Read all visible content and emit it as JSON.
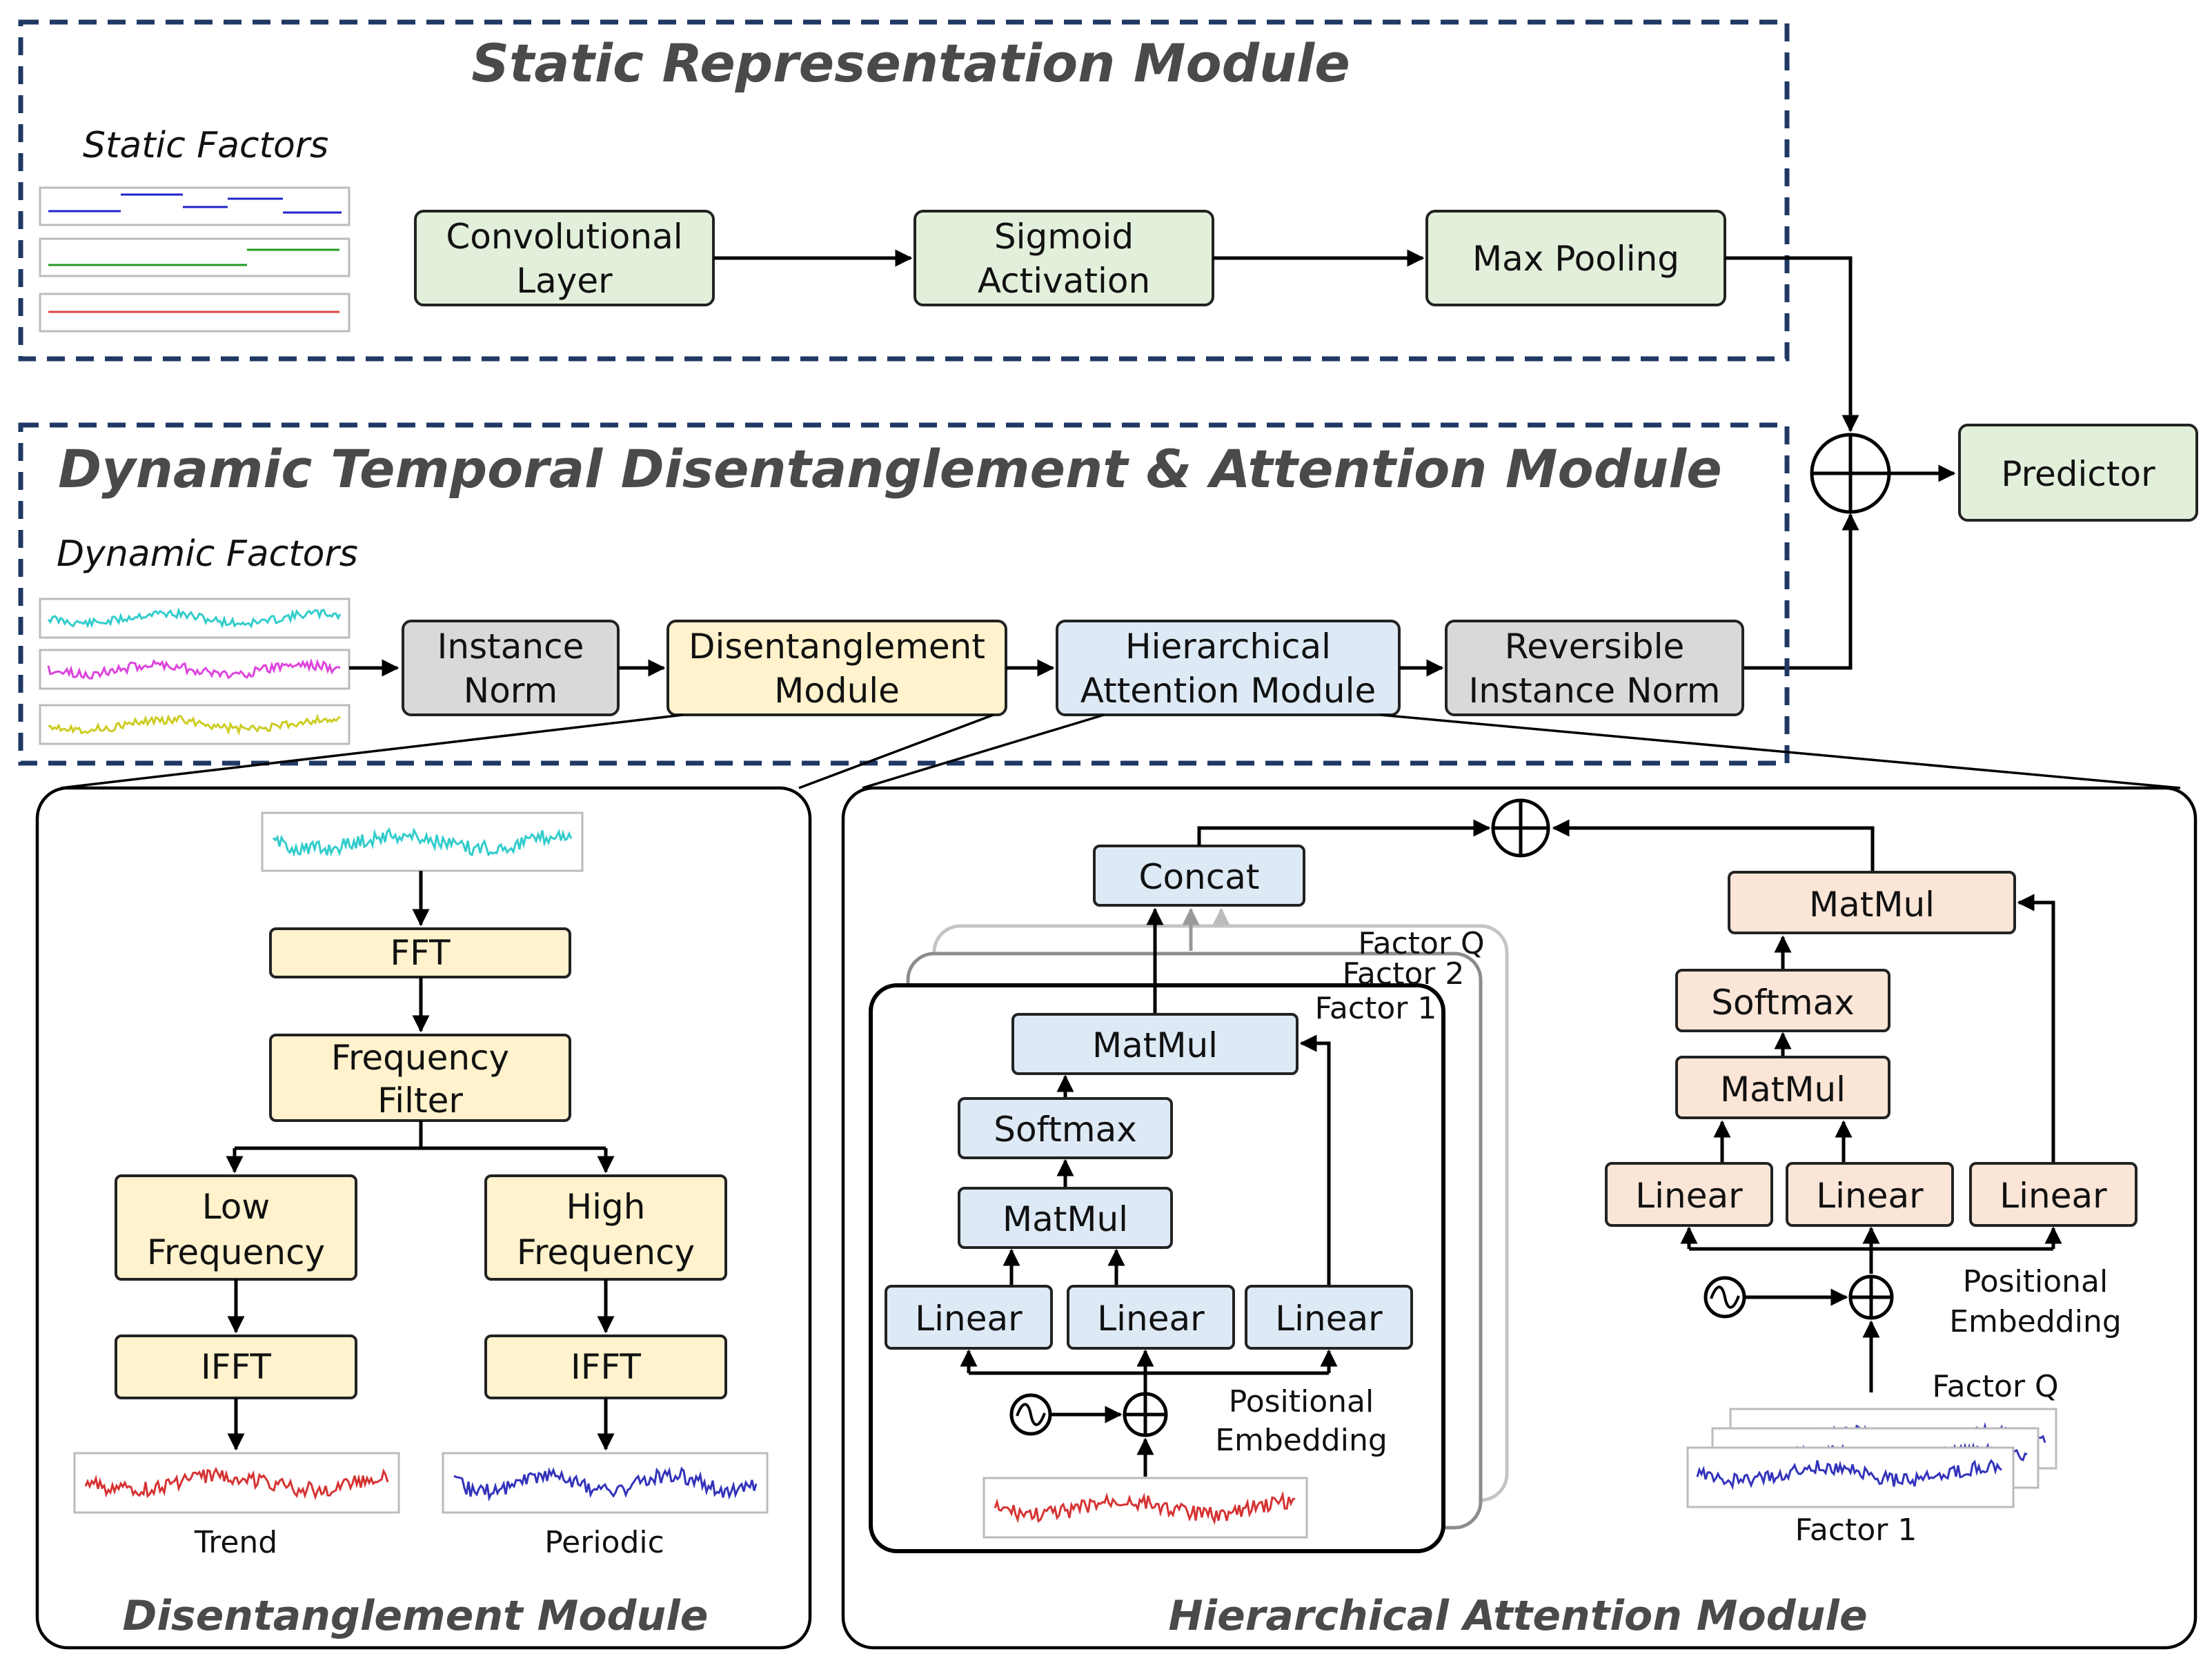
{
  "static_module": {
    "title": "Static Representation Module",
    "factors_label": "Static Factors",
    "conv_line1": "Convolutional",
    "conv_line2": "Layer",
    "sigmoid_line1": "Sigmoid",
    "sigmoid_line2": "Activation",
    "maxpool": "Max Pooling"
  },
  "predictor": "Predictor",
  "dynamic_module": {
    "title": "Dynamic Temporal Disentanglement & Attention Module",
    "factors_label": "Dynamic Factors",
    "instnorm_line1": "Instance",
    "instnorm_line2": "Norm",
    "disent_line1": "Disentanglement",
    "disent_line2": "Module",
    "hier_line1": "Hierarchical",
    "hier_line2": "Attention Module",
    "revnorm_line1": "Reversible",
    "revnorm_line2": "Instance Norm"
  },
  "disentanglement_panel": {
    "title": "Disentanglement Module",
    "fft": "FFT",
    "filter_line1": "Frequency",
    "filter_line2": "Filter",
    "low_line1": "Low",
    "low_line2": "Frequency",
    "high_line1": "High",
    "high_line2": "Frequency",
    "ifft": "IFFT",
    "trend": "Trend",
    "periodic": "Periodic"
  },
  "attention_panel": {
    "title": "Hierarchical Attention Module",
    "concat": "Concat",
    "factor_q": "Factor Q",
    "factor_2": "Factor 2",
    "factor_1": "Factor 1",
    "matmul": "MatMul",
    "softmax": "Softmax",
    "linear": "Linear",
    "pos_line1": "Positional",
    "pos_line2": "Embedding"
  },
  "colors": {
    "green": "#e2efda",
    "gray": "#d9d9d9",
    "yellow": "#fff2cc",
    "blue": "#dde9f5",
    "peach": "#fbe5d6",
    "dashed_border": "#1f3864",
    "static_blue": "#2222cc",
    "static_green": "#229922",
    "static_red": "#dd4444",
    "cyan": "#33cccc",
    "magenta": "#dd44dd",
    "olive": "#cccc22",
    "trend_red": "#d63333",
    "periodic_blue": "#3333bb"
  }
}
